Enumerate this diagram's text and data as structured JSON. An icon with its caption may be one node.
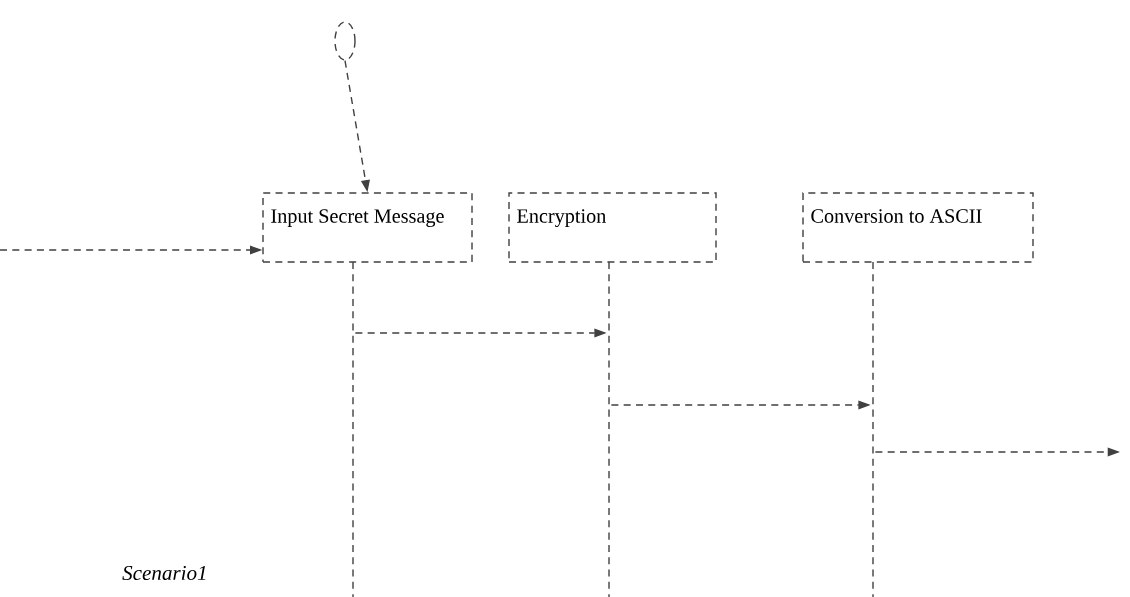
{
  "diagram": {
    "nodes": [
      {
        "text": [],
        "shape": "circle"
      },
      {
        "text": [
          "Input Secret Message"
        ]
      },
      {
        "text": [
          "Encryption"
        ]
      },
      {
        "text": [
          "Conversion to ASCII"
        ]
      },
      {
        "text": [],
        "shape": "bar"
      },
      {
        "text": [],
        "shape": "bar"
      },
      {
        "text": [],
        "shape": "bar"
      }
    ],
    "edges": [
      {
        "from": 0,
        "to": 1,
        "arrow": "to",
        "style": "dashed"
      },
      {
        "from": null,
        "to": 1,
        "arrow": "to",
        "style": "dashed"
      },
      {
        "from": 4,
        "to": 5,
        "arrow": "to",
        "style": "dashed"
      },
      {
        "from": 5,
        "to": 6,
        "arrow": "to",
        "style": "dashed"
      },
      {
        "from": 6,
        "to": null,
        "arrow": "to",
        "style": "dashed"
      }
    ],
    "labels": [
      "*Scenario1*"
    ]
  }
}
